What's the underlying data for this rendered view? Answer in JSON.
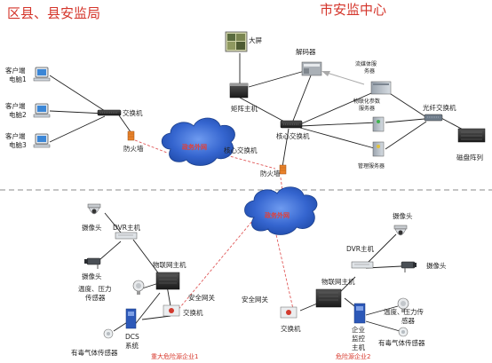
{
  "titles": {
    "left": "区县、县安监局",
    "right": "市安监中心"
  },
  "clouds": {
    "top": "政务外网",
    "bottom": "政务外网"
  },
  "nodes": {
    "client1": [
      "客户端",
      "电脑1"
    ],
    "client2": [
      "客户端",
      "电脑2"
    ],
    "client3": [
      "客户端",
      "电脑3"
    ],
    "switch_county": "交换机",
    "firewall_county": "防火墙",
    "big_screen": "大屏",
    "decoder": "解码器",
    "matrix_host": "矩阵主机",
    "core_switch": "核心交换机",
    "core_switch_label": "核心交换机",
    "firewall_center": "防火墙",
    "streaming_server": [
      "流媒体服",
      "务器"
    ],
    "iot_server": [
      "物联化参数",
      "服务器"
    ],
    "mgmt_server": "管理服务器",
    "fiber_switch": "光纤交换机",
    "disk_array": "磁盘阵列",
    "camera1": "摄像头",
    "camera2": "摄像头",
    "dvr1": "DVR主机",
    "iot_host1": "物联网主机",
    "security_gw1": "安全网关",
    "switch1": "交换机",
    "sensor_temp1": [
      "温度、压力",
      "传感器"
    ],
    "dcs": [
      "DCS",
      "系统"
    ],
    "toxic1": "有毒气体传感器",
    "security_gw2": "安全网关",
    "iot_host2": "物联网主机",
    "dvr2": "DVR主机",
    "camera3": "摄像头",
    "camera4": "摄像头",
    "switch2": "交换机",
    "enterprise_host": [
      "企业",
      "监控",
      "主机"
    ],
    "sensor_temp2": [
      "温度、压力传",
      "感器"
    ],
    "toxic2": "有毒气体传感器"
  },
  "sites": {
    "enterprise1": "重大危险源企业1",
    "enterprise2": "危险源企业2"
  },
  "colors": {
    "title_red": "#d4342a",
    "cloud_blue": "#2f63c9",
    "link_red": "#e05a5a",
    "divider": "#888888"
  }
}
